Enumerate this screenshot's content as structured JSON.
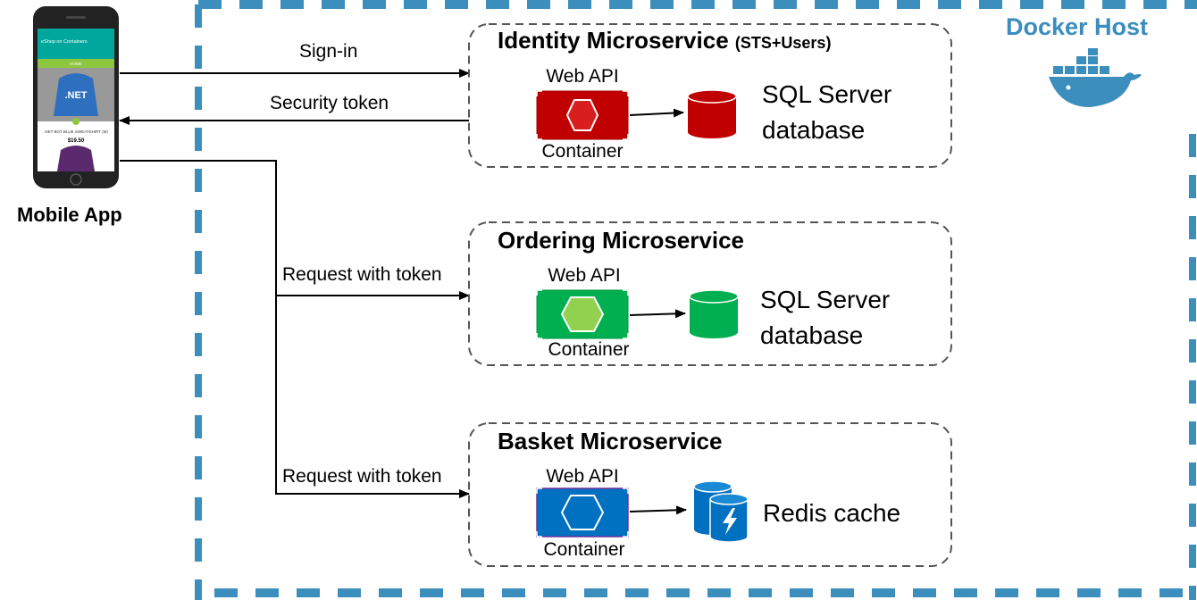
{
  "docker_host": {
    "title": "Docker Host",
    "icon": "docker-whale-icon",
    "border_color": "#3c8fbd"
  },
  "mobile": {
    "label": "Mobile App",
    "screen": {
      "app_bar": "eShop on Containers",
      "tab": "HOME",
      "product_name": ".NET BOT BLUE SWEATSHIRT (M)",
      "price": "$19.50",
      "shirt_text": ".NET"
    }
  },
  "arrows": {
    "sign_in": "Sign-in",
    "security_token": "Security token",
    "request_ordering": "Request with token",
    "request_basket": "Request with token"
  },
  "services": [
    {
      "title": "Identity Microservice",
      "subtitle": "(STS+Users)",
      "api_label": "Web API",
      "container_label": "Container",
      "store_line1": "SQL Server",
      "store_line2": "database",
      "color": "#c00000"
    },
    {
      "title": "Ordering Microservice",
      "api_label": "Web API",
      "container_label": "Container",
      "store_line1": "SQL Server",
      "store_line2": "database",
      "color": "#00b050"
    },
    {
      "title": "Basket Microservice",
      "api_label": "Web API",
      "container_label": "Container",
      "store_line1": "Redis cache",
      "color": "#0070c0"
    }
  ]
}
